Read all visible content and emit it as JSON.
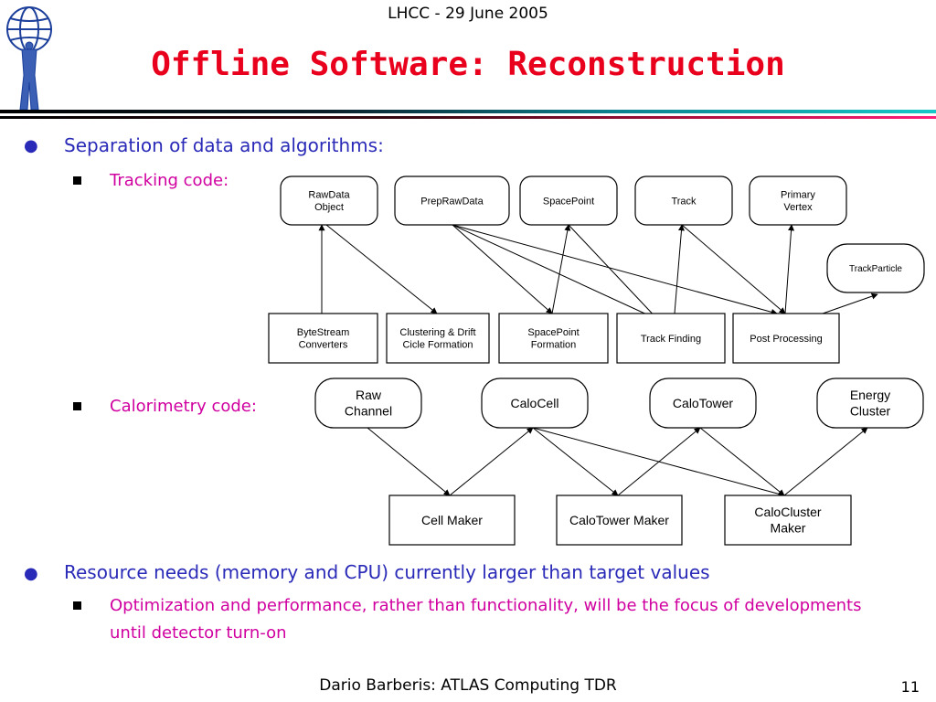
{
  "header": {
    "event": "LHCC - 29 June 2005"
  },
  "title": "Offline Software: Reconstruction",
  "bullets": [
    {
      "text": "Separation of data and algorithms:",
      "sub": [
        {
          "text": "Tracking code:"
        },
        {
          "text": "Calorimetry code:"
        }
      ]
    },
    {
      "text": "Resource needs (memory and CPU) currently larger than target values",
      "sub": [
        {
          "text": "Optimization and performance, rather than functionality, will be the focus of developments until detector turn-on"
        }
      ]
    }
  ],
  "tracking": {
    "data_objects": [
      "RawData\nObject",
      "PrepRawData",
      "SpacePoint",
      "Track",
      "Primary\nVertex",
      "TrackParticle"
    ],
    "algorithms": [
      "ByteStream\nConverters",
      "Clustering & Drift\nCicle Formation",
      "SpacePoint\nFormation",
      "Track Finding",
      "Post Processing"
    ]
  },
  "calorimetry": {
    "data_objects": [
      "Raw\nChannel",
      "CaloCell",
      "CaloTower",
      "Energy\nCluster"
    ],
    "algorithms": [
      "Cell Maker",
      "CaloTower Maker",
      "CaloCluster\nMaker"
    ]
  },
  "footer": {
    "text": "Dario Barberis: ATLAS Computing TDR",
    "page": "11"
  },
  "colors": {
    "title": "#e8001c",
    "level1": "#2a2ab8",
    "level2": "#d000a0"
  }
}
